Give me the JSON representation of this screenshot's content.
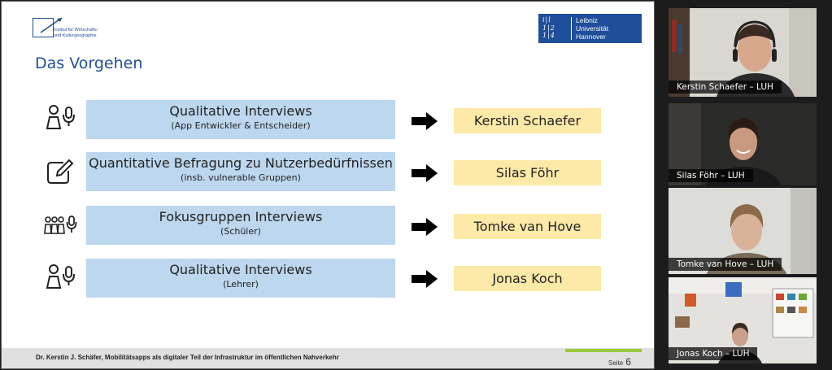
{
  "slide": {
    "institute_logo_text": "Institut für Wirtschafts-\nund Kulturgeographie",
    "luh_mark": "i|l\n1|2\n1|4",
    "luh_text": [
      "Leibniz",
      "Universität",
      "Hannover"
    ],
    "title": "Das Vorgehen",
    "rows": [
      {
        "icon": "person-microphone-icon",
        "main": "Qualitative Interviews",
        "sub": "(App Entwickler & Entscheider)",
        "person": "Kerstin Schaefer"
      },
      {
        "icon": "edit-form-icon",
        "main": "Quantitative Befragung zu Nutzerbedürfnissen",
        "sub": "(insb. vulnerable Gruppen)",
        "person": "Silas Föhr"
      },
      {
        "icon": "group-microphone-icon",
        "main": "Fokusgruppen Interviews",
        "sub": "(Schüler)",
        "person": "Tomke van Hove"
      },
      {
        "icon": "person-microphone-icon",
        "main": "Qualitative Interviews",
        "sub": "(Lehrer)",
        "person": "Jonas Koch"
      }
    ],
    "footer": "Dr. Kerstin J. Schäfer, Mobilitätsapps als digitaler Teil der Infrastruktur im öffentlichen Nahverkehr",
    "page_label": "Seite",
    "page_number": "6",
    "colors": {
      "brand_blue": "#1f4e9a",
      "method_fill": "#bcd7ee",
      "person_fill": "#fde9a8",
      "accent_green": "#9bc83c",
      "active_speaker": "#e6d36a"
    }
  },
  "participants": [
    {
      "name": "Kerstin Schaefer – LUH",
      "active": true
    },
    {
      "name": "Silas Föhr – LUH",
      "active": false
    },
    {
      "name": "Tomke van Hove – LUH",
      "active": false
    },
    {
      "name": "Jonas Koch – LUH",
      "active": false
    }
  ]
}
